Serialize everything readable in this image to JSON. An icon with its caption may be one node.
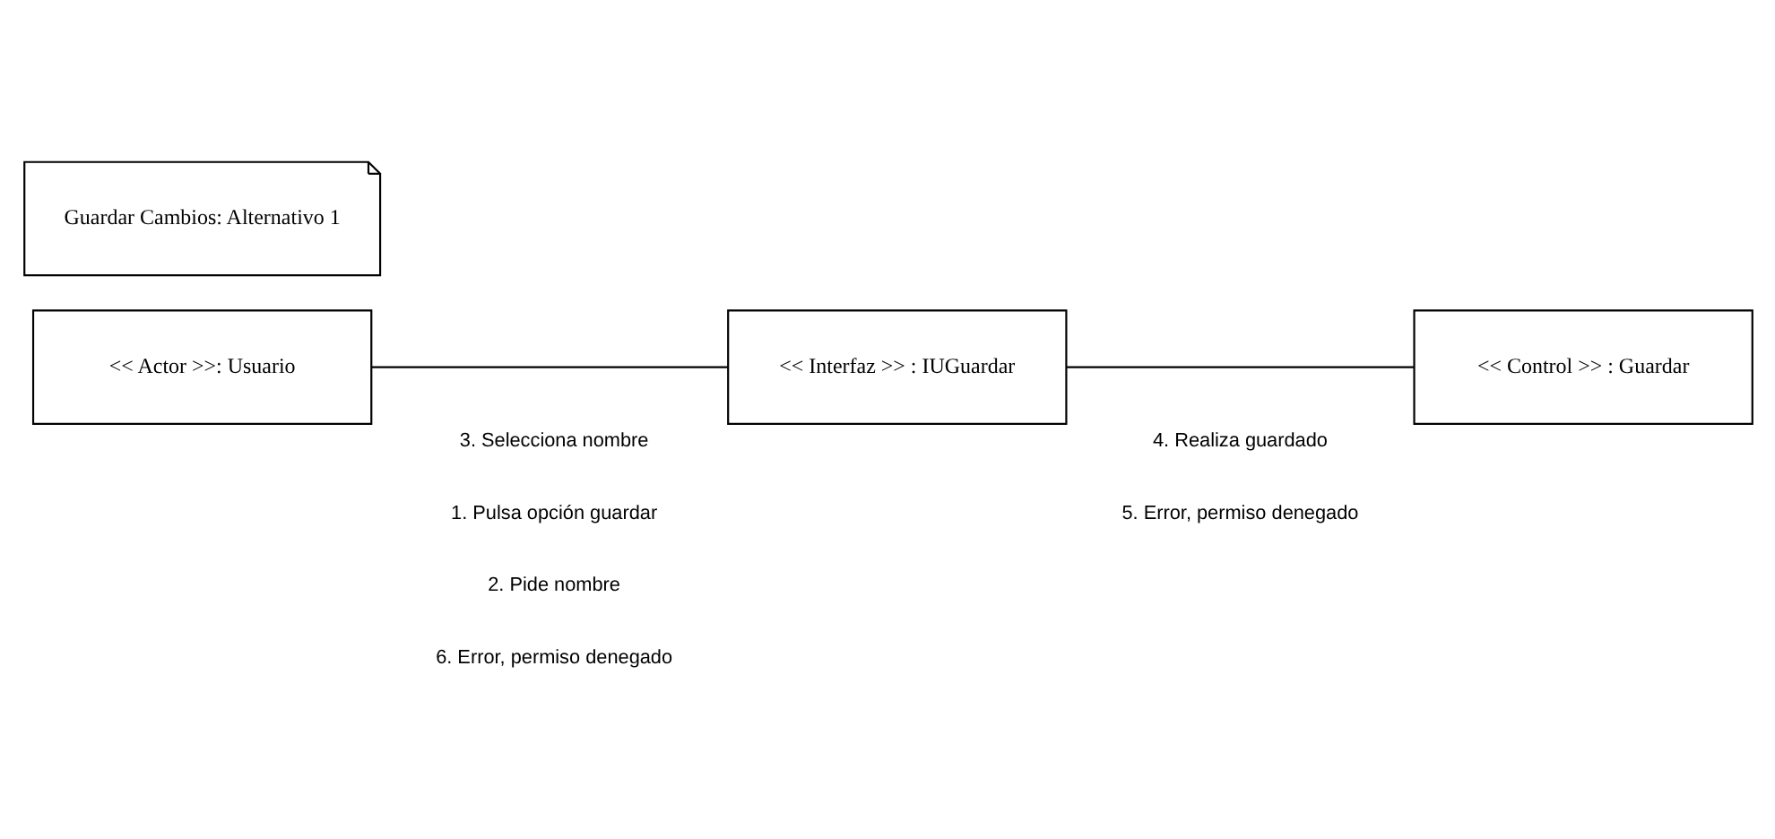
{
  "diagram": {
    "nodes": [
      {
        "text": [
          "Guardar Cambios: Alternativo 1"
        ]
      },
      {
        "text": [
          "<< Actor >>: Usuario"
        ]
      },
      {
        "text": [
          "<< Interfaz >> : IUGuardar"
        ]
      },
      {
        "text": [
          "<< Control >> : Guardar"
        ]
      }
    ],
    "edges": [
      {
        "from": 1,
        "to": 2,
        "arrow": "none"
      },
      {
        "from": 2,
        "to": 3,
        "arrow": "none"
      }
    ],
    "labels": [
      "3. Selecciona nombre",
      "1. Pulsa opción guardar",
      "4. Realiza guardado",
      "5. Error, permiso denegado",
      "2. Pide nombre",
      "6. Error, permiso denegado"
    ]
  }
}
